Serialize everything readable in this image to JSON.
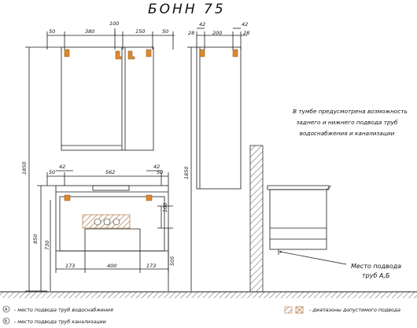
{
  "title": "БОНН 75",
  "note_lines": [
    "В тумбе предусмотрена возможность",
    "заднего и нижнего подвода труб",
    "водоснабжения и канализации"
  ],
  "pipe_label": [
    "Место подвода",
    "труб А,Б"
  ],
  "legend": {
    "a_mark": "А",
    "a_text": "- место подвода труб водоснабжения",
    "b_mark": "Б",
    "b_text": "- место подвода труб канализации",
    "zone_text": "- диапазоны допустимого подвода"
  },
  "dims": {
    "top_50_left": "50",
    "top_380": "380",
    "top_100": "100",
    "top_150": "150",
    "top_50_right": "50",
    "side_42_left": "42",
    "side_42_right": "42",
    "side_28_left": "28",
    "side_200": "200",
    "side_28_right": "28",
    "h1850_front": "1850",
    "h1850_side": "1850",
    "mid_50": "50",
    "mid_562": "562",
    "mid_50_right": "50",
    "mid_42_left": "42",
    "mid_42_right": "42",
    "v_100": "100",
    "v_850": "850",
    "v_730": "730",
    "v_505": "505",
    "b_173_left": "173",
    "b_400": "400",
    "b_173_right": "173"
  },
  "colors": {
    "line": "#1a1a1a",
    "hook": "#e08a2c",
    "hatch": "#c9a98a",
    "wall": "#555555"
  }
}
